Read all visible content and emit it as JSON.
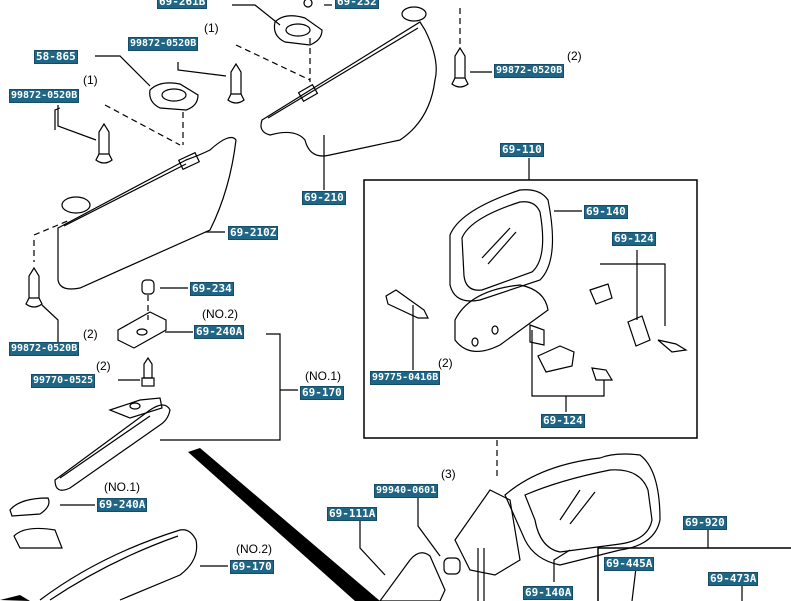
{
  "diagram": {
    "title": "Sun visor and mirror parts diagram",
    "labels": [
      {
        "id": "l1",
        "text": "69-261B"
      },
      {
        "id": "l2",
        "text": "69-232"
      },
      {
        "id": "l3",
        "text": "99872-0520B"
      },
      {
        "id": "l4",
        "text": "58-865"
      },
      {
        "id": "l5",
        "text": "99872-0520B"
      },
      {
        "id": "l6",
        "text": "99872-0520B"
      },
      {
        "id": "l7",
        "text": "69-210"
      },
      {
        "id": "l8",
        "text": "69-210Z"
      },
      {
        "id": "l9",
        "text": "69-234"
      },
      {
        "id": "l10",
        "text": "99872-0520B"
      },
      {
        "id": "l11",
        "text": "69-240A"
      },
      {
        "id": "l12",
        "text": "99770-0525"
      },
      {
        "id": "l13",
        "text": "69-170"
      },
      {
        "id": "l14",
        "text": "69-110"
      },
      {
        "id": "l15",
        "text": "69-140"
      },
      {
        "id": "l16",
        "text": "69-124"
      },
      {
        "id": "l17",
        "text": "99775-0416B"
      },
      {
        "id": "l18",
        "text": "69-124"
      },
      {
        "id": "l19",
        "text": "69-240A"
      },
      {
        "id": "l20",
        "text": "69-170"
      },
      {
        "id": "l21",
        "text": "99940-0601"
      },
      {
        "id": "l22",
        "text": "69-111A"
      },
      {
        "id": "l23",
        "text": "69-140A"
      },
      {
        "id": "l24",
        "text": "69-920"
      },
      {
        "id": "l25",
        "text": "69-445A"
      },
      {
        "id": "l26",
        "text": "69-473A"
      }
    ],
    "quantities": {
      "q_top_screw": "(1)",
      "q_left_screw": "(1)",
      "q_right_screw": "(2)",
      "q_bottom_left_screw": "(2)",
      "q_240a_no2": "(NO.2)",
      "q_99770": "(2)",
      "q_170_no1": "(NO.1)",
      "q_99775": "(2)",
      "q_240a_no1": "(NO.1)",
      "q_170_no2": "(NO.2)",
      "q_99940": "(3)"
    }
  }
}
